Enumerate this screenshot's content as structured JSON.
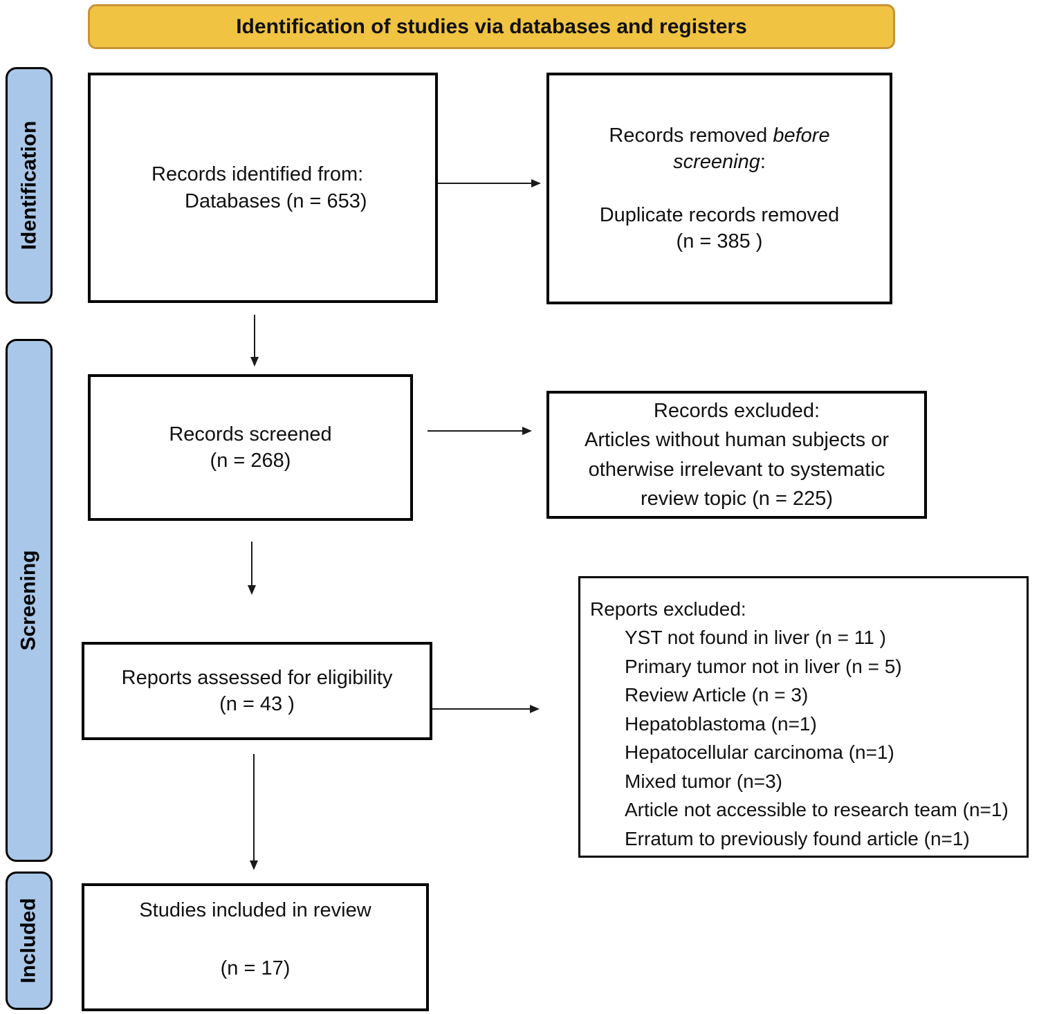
{
  "banner": {
    "title": "Identification of studies via databases and registers"
  },
  "sidebar": {
    "identification_label": "Identification",
    "screening_label": "Screening",
    "included_label": "Included"
  },
  "boxes": {
    "records_identified": {
      "line1": "Records identified from:",
      "line2": "Databases (n = 653)"
    },
    "records_removed": {
      "line1_normal": "Records removed",
      "line1_italic": "before",
      "line2_italic": "screening",
      "line2_normal": ":",
      "line3": "Duplicate records removed",
      "line4": "(n = 385 )"
    },
    "records_screened": {
      "line1": "Records screened",
      "line2": "(n = 268)"
    },
    "records_excluded": {
      "line1": "Records excluded:",
      "line2": "Articles without human subjects or",
      "line3": "otherwise irrelevant to systematic",
      "line4": "review topic (n = 225)"
    },
    "reports_assessed": {
      "line1": "Reports assessed for eligibility",
      "line2": "(n = 43 )"
    },
    "reports_excluded": {
      "title": "Reports excluded:",
      "items": [
        "YST not found in liver (n = 11 )",
        "Primary tumor not in liver (n = 5)",
        "Review Article (n = 3)",
        "Hepatoblastoma (n=1)",
        "Hepatocellular carcinoma (n=1)",
        "Mixed tumor (n=3)",
        "Article not accessible to research team (n=1)",
        "Erratum to previously found article (n=1)"
      ]
    },
    "studies_included": {
      "line1": "Studies included in review",
      "line2": "(n = 17)"
    }
  },
  "colors": {
    "banner_fill": "#F0C342",
    "banner_border": "#C89337",
    "sidebar_fill": "#A9C7E8",
    "box_border": "#000000",
    "arrow_color": "#1a1a1a"
  }
}
